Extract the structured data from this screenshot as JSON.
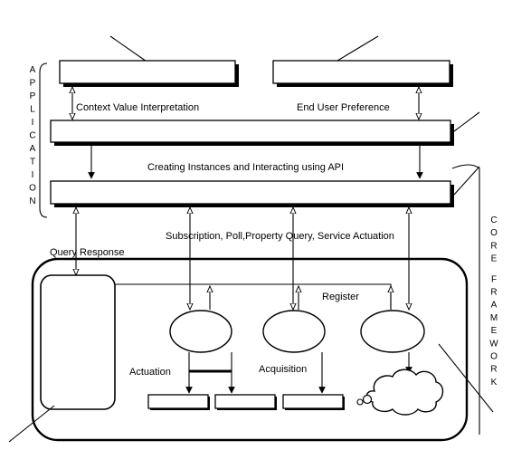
{
  "side_labels": {
    "application": "APPLICATION",
    "core_framework": "CORE FRAMEWORK"
  },
  "labels": {
    "context_value_interpretation": "Context Value Interpretation",
    "end_user_preference": "End User Preference",
    "creating_instances": "Creating Instances and Interacting using API",
    "subscription": "Subscription, Poll,Property Query, Service Actuation",
    "query_response": "Query Response",
    "register": "Register",
    "actuation": "Actuation",
    "acquisition": "Acquisition"
  }
}
